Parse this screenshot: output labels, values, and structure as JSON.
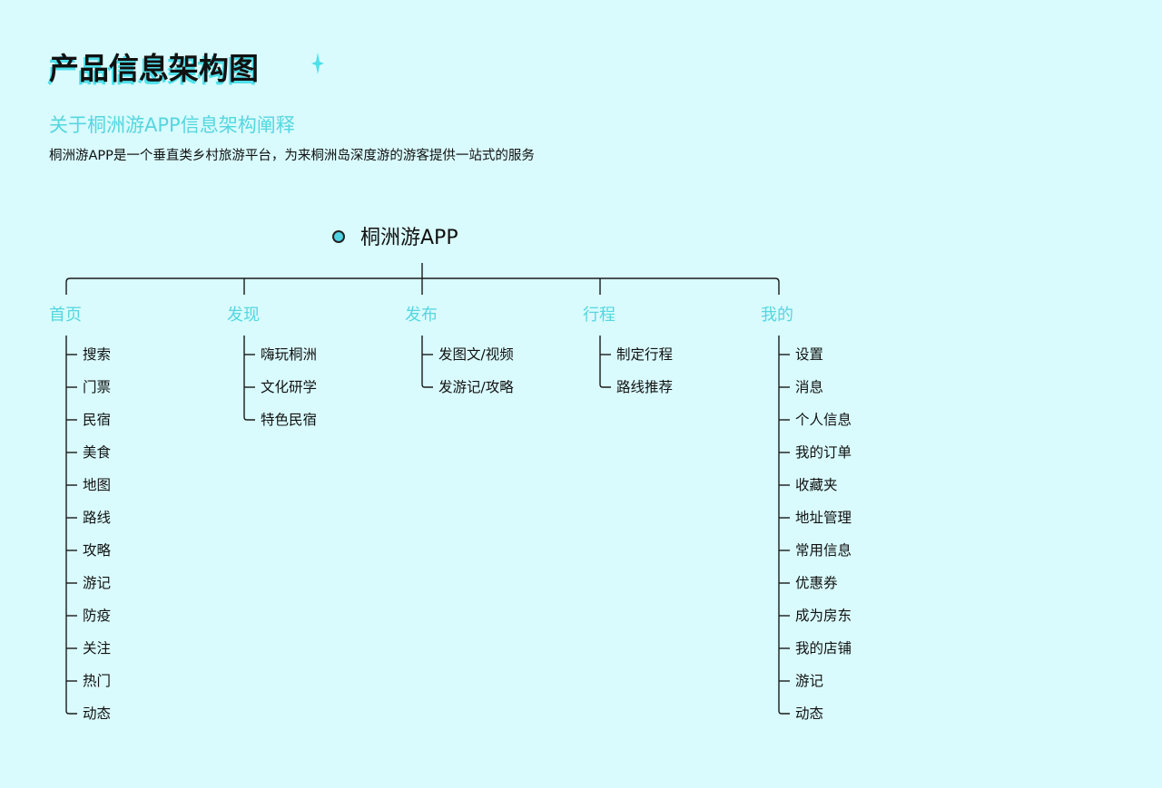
{
  "header": {
    "title": "产品信息架构图",
    "subtitle": "关于桐洲游APP信息架构阐释",
    "description": "桐洲游APP是一个垂直类乡村旅游平台，为来桐洲岛深度游的游客提供一站式的服务"
  },
  "colors": {
    "accent": "#55d6e0",
    "background": "#d9fbfd",
    "line": "#1a1a1a"
  },
  "tree": {
    "root": "桐洲游APP",
    "branches": [
      {
        "label": "首页",
        "items": [
          "搜索",
          "门票",
          "民宿",
          "美食",
          "地图",
          "路线",
          "攻略",
          "游记",
          "防疫",
          "关注",
          "热门",
          "动态"
        ]
      },
      {
        "label": "发现",
        "items": [
          "嗨玩桐洲",
          "文化研学",
          "特色民宿"
        ]
      },
      {
        "label": "发布",
        "items": [
          "发图文/视频",
          "发游记/攻略"
        ]
      },
      {
        "label": "行程",
        "items": [
          "制定行程",
          "路线推荐"
        ]
      },
      {
        "label": "我的",
        "items": [
          "设置",
          "消息",
          "个人信息",
          "我的订单",
          "收藏夹",
          "地址管理",
          "常用信息",
          "优惠券",
          "成为房东",
          "我的店铺",
          "游记",
          "动态"
        ]
      }
    ]
  }
}
